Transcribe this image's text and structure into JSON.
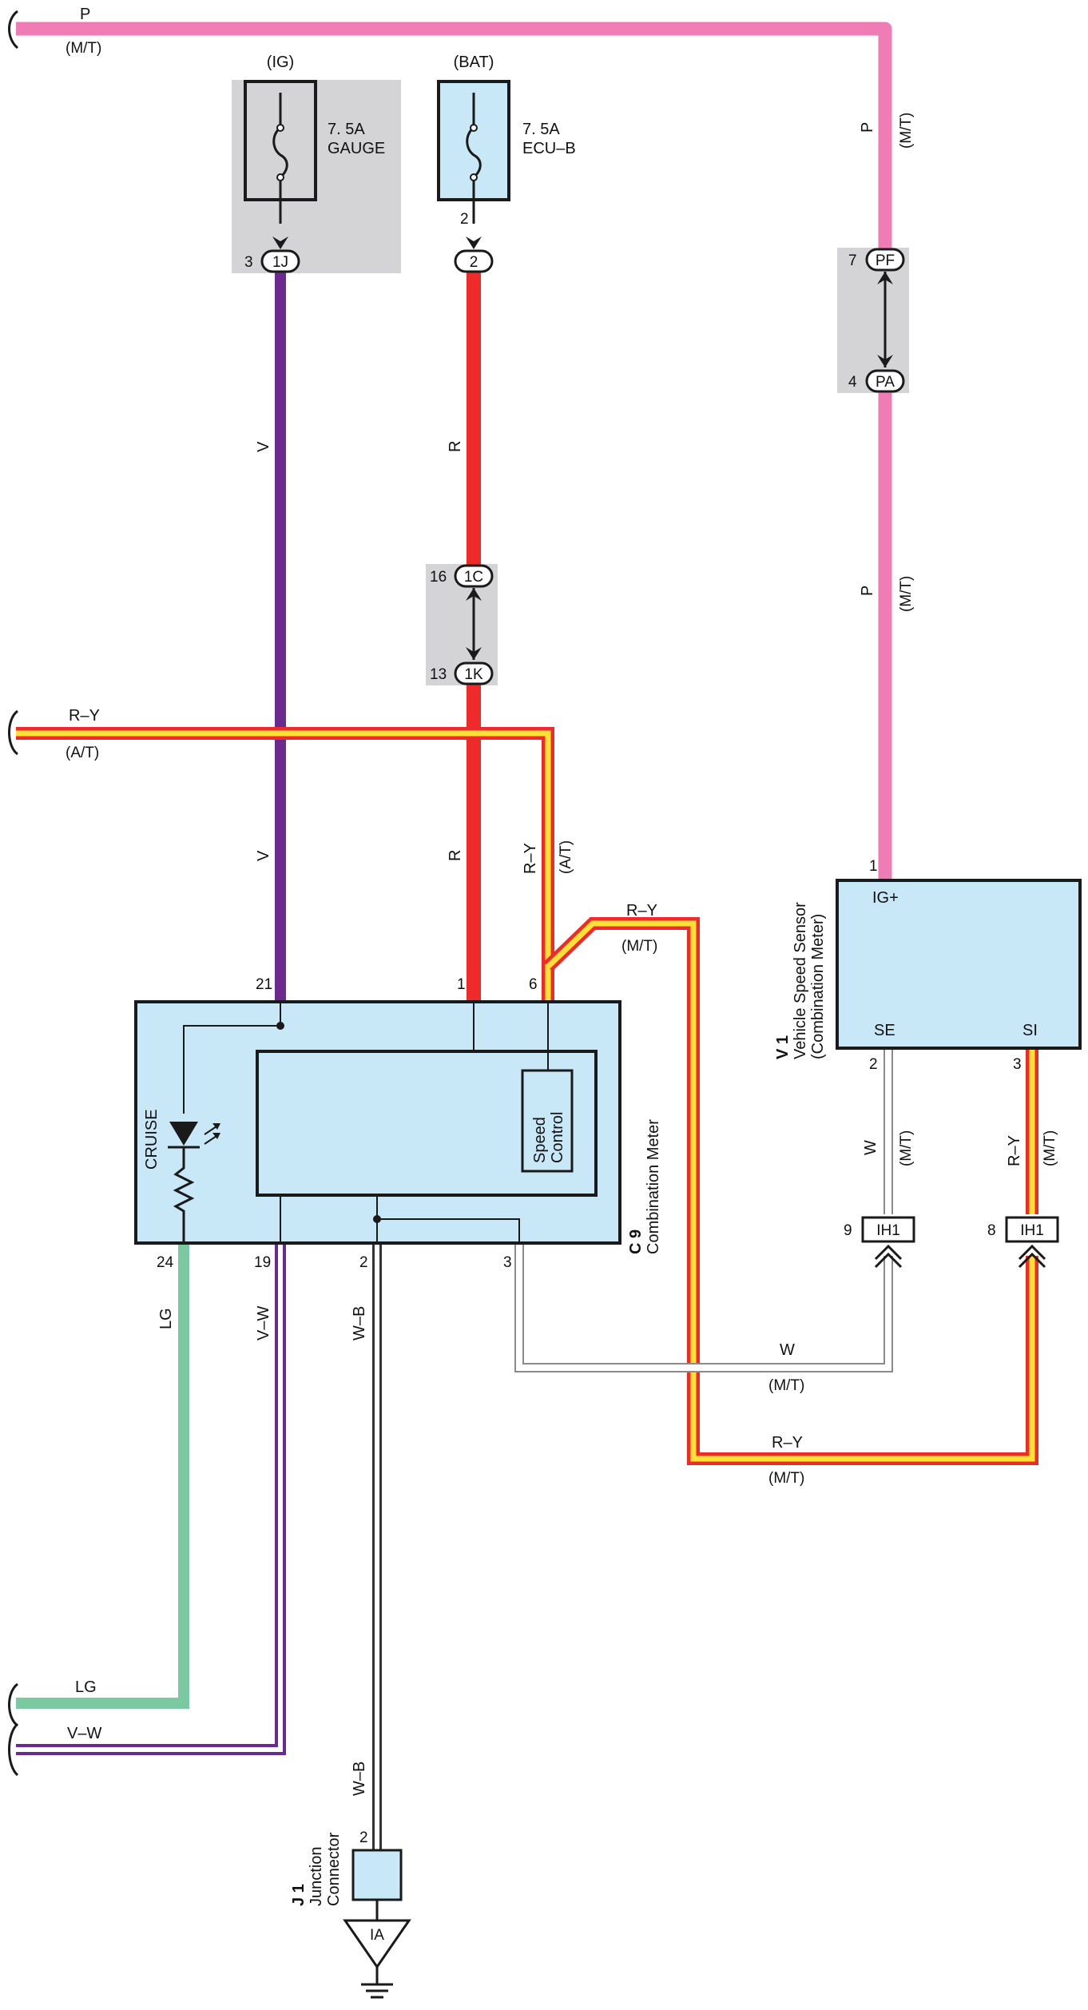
{
  "colors": {
    "pink": "#f07cb6",
    "purple": "#6a2a8e",
    "red": "#ee2a2a",
    "green": "#7ac9a0",
    "yellow": "#ffe135",
    "ecu_blue": "#c9e8f7",
    "shade_gray": "#d4d4d6",
    "thin_white": "#ffffff",
    "outline": "#1a1a1a"
  },
  "wires": {
    "top_p": "P",
    "top_mt": "(M/T)",
    "right_p1": "P",
    "right_mt1": "(M/T)",
    "right_p2": "P",
    "right_mt2": "(M/T)",
    "v_upper": "V",
    "v_lower": "V",
    "r_upper": "R",
    "r_lower": "R",
    "ry_left": "R–Y",
    "ry_left_at": "(A/T)",
    "ry_vert": "R–Y",
    "ry_vert_at": "(A/T)",
    "ry_mt_top": "R–Y",
    "ry_mt_top_sub": "(M/T)",
    "w_vert": "W",
    "w_vert_mt": "(M/T)",
    "ry_vert_right": "R–Y",
    "ry_vert_right_mt": "(M/T)",
    "lg_vert": "LG",
    "vw_vert": "V–W",
    "wb_vert": "W–B",
    "wb_lower": "W–B",
    "w_horiz": "W",
    "w_horiz_mt": "(M/T)",
    "ry_horiz": "R–Y",
    "ry_horiz_mt": "(M/T)",
    "lg_left": "LG",
    "vw_left": "V–W"
  },
  "fuses": {
    "ig_header": "(IG)",
    "ig_amp": "7. 5A",
    "ig_name": "GAUGE",
    "bat_header": "(BAT)",
    "bat_amp": "7. 5A",
    "bat_name": "ECU–B"
  },
  "connectors": {
    "c1j": "1J",
    "c1j_pin": "3",
    "c2": "2",
    "c2_pin_top": "2",
    "c2_pin": "2",
    "pf": "PF",
    "pf_pin": "7",
    "pa": "PA",
    "pa_pin": "4",
    "c1c": "1C",
    "c1c_pin": "16",
    "c1k": "1K",
    "c1k_pin": "13",
    "ih1_a": "IH1",
    "ih1_a_pin": "9",
    "ih1_b": "IH1",
    "ih1_b_pin": "8",
    "ia": "IA"
  },
  "meter": {
    "code": "C 9",
    "name": "Combination Meter",
    "pin21": "21",
    "pin1": "1",
    "pin6": "6",
    "pin24": "24",
    "pin19": "19",
    "pin2": "2",
    "pin3": "3",
    "cruise": "CRUISE",
    "speed_l1": "Speed",
    "speed_l2": "Control"
  },
  "sensor": {
    "code": "V 1",
    "name_l1": "Vehicle Speed Sensor",
    "name_l2": "(Combination Meter)",
    "ig": "IG+",
    "se": "SE",
    "si": "SI",
    "pin1": "1",
    "pin2": "2",
    "pin3": "3"
  },
  "junction": {
    "code": "J 1",
    "name_l1": "Junction",
    "name_l2": "Connector",
    "pin2": "2"
  }
}
